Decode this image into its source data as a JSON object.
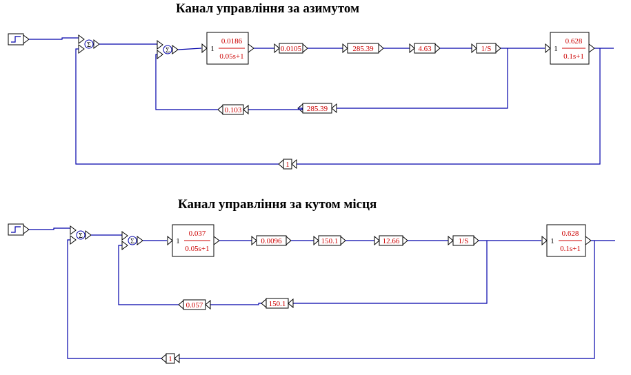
{
  "diagrams": [
    {
      "title": "Канал управління за азимутом",
      "sum_symbol": "Σ",
      "tf1": {
        "gain": "1",
        "num": "0.0186",
        "den": "0.05s+1"
      },
      "chain": [
        "0.0105",
        "285.39",
        "4.63",
        "1/S"
      ],
      "tf2": {
        "gain": "1",
        "num": "0.628",
        "den": "0.1s+1"
      },
      "inner_feedback": [
        "285.39",
        "0.103"
      ],
      "outer_feedback": "1"
    },
    {
      "title": "Канал управління за кутом місця",
      "sum_symbol": "Σ",
      "tf1": {
        "gain": "1",
        "num": "0.037",
        "den": "0.05s+1"
      },
      "chain": [
        "0.0096",
        "150.1",
        "12.66",
        "1/S"
      ],
      "tf2": {
        "gain": "1",
        "num": "0.628",
        "den": "0.1s+1"
      },
      "inner_feedback": [
        "150.1",
        "0.057"
      ],
      "outer_feedback": "1"
    }
  ]
}
